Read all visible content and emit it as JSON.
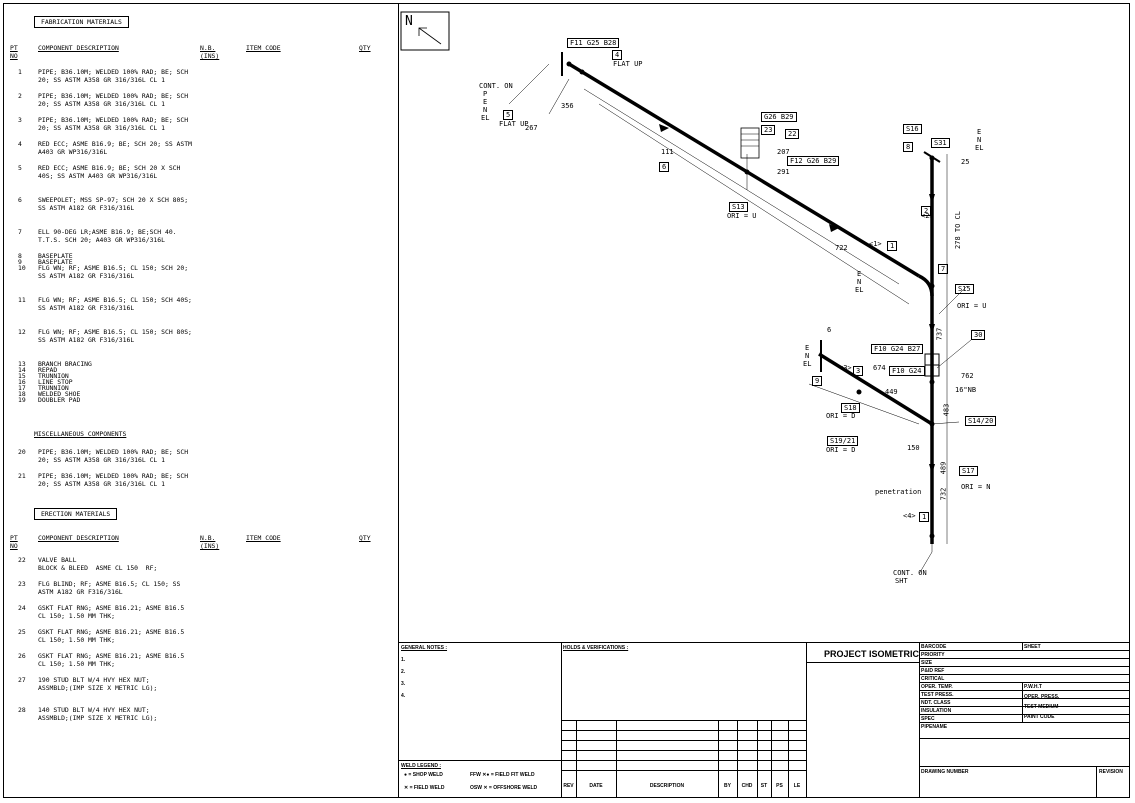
{
  "fabrication": {
    "title": "FABRICATION MATERIALS",
    "headers": {
      "pt": "PT\nNO",
      "desc": "COMPONENT DESCRIPTION",
      "nb": "N.B.\n(INS)",
      "item": "ITEM CODE",
      "qty": "QTY"
    },
    "items": [
      {
        "pt": "1",
        "desc": "PIPE; B36.10M; WELDED 100% RAD; BE; SCH\n20; SS ASTM A358 GR 316/316L CL 1"
      },
      {
        "pt": "2",
        "desc": "PIPE; B36.10M; WELDED 100% RAD; BE; SCH\n20; SS ASTM A358 GR 316/316L CL 1"
      },
      {
        "pt": "3",
        "desc": "PIPE; B36.10M; WELDED 100% RAD; BE; SCH\n20; SS ASTM A358 GR 316/316L CL 1"
      },
      {
        "pt": "4",
        "desc": "RED ECC; ASME B16.9; BE; SCH 20; SS ASTM\nA403 GR WP316/316L"
      },
      {
        "pt": "5",
        "desc": "RED ECC; ASME B16.9; BE; SCH 20 X SCH\n40S; SS ASTM A403 GR WP316/316L"
      },
      {
        "pt": "6",
        "desc": "SWEEPOLET; MSS SP-97; SCH 20 X SCH 80S;\nSS ASTM A182 GR F316/316L"
      },
      {
        "pt": "7",
        "desc": "ELL 90-DEG LR;ASME B16.9; BE;SCH 40.\nT.T.S. SCH 20; A403 GR WP316/316L"
      },
      {
        "pt": "8",
        "desc": "BASEPLATE"
      },
      {
        "pt": "9",
        "desc": "BASEPLATE"
      },
      {
        "pt": "10",
        "desc": "FLG WN; RF; ASME B16.5; CL 150; SCH 20;\nSS ASTM A182 GR F316/316L"
      },
      {
        "pt": "11",
        "desc": "FLG WN; RF; ASME B16.5; CL 150; SCH 40S;\nSS ASTM A182 GR F316/316L"
      },
      {
        "pt": "12",
        "desc": "FLG WN; RF; ASME B16.5; CL 150; SCH 80S;\nSS ASTM A182 GR F316/316L"
      },
      {
        "pt": "13",
        "desc": "BRANCH BRACING"
      },
      {
        "pt": "14",
        "desc": "REPAD"
      },
      {
        "pt": "15",
        "desc": "TRUNNION"
      },
      {
        "pt": "16",
        "desc": "LINE STOP"
      },
      {
        "pt": "17",
        "desc": "TRUNNION"
      },
      {
        "pt": "18",
        "desc": "WELDED SHOE"
      },
      {
        "pt": "19",
        "desc": "DOUBLER PAD"
      }
    ]
  },
  "misc": {
    "title": "MISCELLANEOUS COMPONENTS",
    "items": [
      {
        "pt": "20",
        "desc": "PIPE; B36.10M; WELDED 100% RAD; BE; SCH\n20; SS ASTM A358 GR 316/316L CL 1"
      },
      {
        "pt": "21",
        "desc": "PIPE; B36.10M; WELDED 100% RAD; BE; SCH\n20; SS ASTM A358 GR 316/316L CL 1"
      }
    ]
  },
  "erection": {
    "title": "ERECTION MATERIALS",
    "headers": {
      "pt": "PT\nNO",
      "desc": "COMPONENT DESCRIPTION",
      "nb": "N.B.\n(INS)",
      "item": "ITEM CODE",
      "qty": "QTY"
    },
    "items": [
      {
        "pt": "22",
        "desc": "VALVE BALL\nBLOCK & BLEED  ASME CL 150  RF;"
      },
      {
        "pt": "23",
        "desc": "FLG BLIND; RF; ASME B16.5; CL 150; SS\nASTM A182 GR F316/316L"
      },
      {
        "pt": "24",
        "desc": "GSKT FLAT RNG; ASME B16.21; ASME B16.5\nCL 150; 1.50 MM THK;"
      },
      {
        "pt": "25",
        "desc": "GSKT FLAT RNG; ASME B16.21; ASME B16.5\nCL 150; 1.50 MM THK;"
      },
      {
        "pt": "26",
        "desc": "GSKT FLAT RNG; ASME B16.21; ASME B16.5\nCL 150; 1.50 MM THK;"
      },
      {
        "pt": "27",
        "desc": "190 STUD BLT W/4 HVY HEX NUT;\nASSMBLD;(IMP SIZE X METRIC LG);"
      },
      {
        "pt": "28",
        "desc": "140 STUD BLT W/4 HVY HEX NUT;\nASSMBLD;(IMP SIZE X METRIC LG);"
      }
    ]
  },
  "drawing": {
    "north": "N",
    "labels": {
      "f11": "F11 G25 B28",
      "n4": "4",
      "flatup1": "FLAT UP",
      "conton": "CONT. ON",
      "p": "P",
      "e": "E",
      "n": "N",
      "el": "EL",
      "n5": "5",
      "flatup2": "FLAT UP",
      "d267": "267",
      "d356": "356",
      "d111": "111",
      "n6": "6",
      "g26": "G26 B29",
      "n23": "23",
      "n22": "22",
      "d207": "207",
      "f12": "F12 G26 B29",
      "d291": "291",
      "s13": "S13",
      "oriu": "ORI = U",
      "d722": "722",
      "c1": "<1>",
      "n1": "1",
      "s16": "S16",
      "s31": "S31",
      "n8": "8",
      "e2": "E",
      "n2": "N",
      "el2": "EL",
      "d25": "25",
      "c2": "<2>",
      "n2b": "2",
      "d278": "278 TO CL",
      "n7": "7",
      "e3": "E",
      "n3": "N",
      "el3": "EL",
      "s15": "S15",
      "oriu2": "ORI = U",
      "d737": "737",
      "n30": "30",
      "n6b": "6",
      "e4": "E",
      "n4b": "N",
      "el4": "EL",
      "f10a": "F10 G24 B27",
      "f10b": "F10 G24",
      "d762": "762",
      "nb16": "16\"NB",
      "n9": "9",
      "c3": "<3>",
      "n3b": "3",
      "d674": "674",
      "d449": "449",
      "s18": "S18",
      "orid": "ORI = D",
      "d483": "483",
      "s14": "S14/20",
      "s19": "S19/21",
      "orid2": "ORI = D",
      "d150": "150",
      "d489": "489",
      "s17": "S17",
      "orin": "ORI = N",
      "d732": "732",
      "penetration": "penetration",
      "c4": "<4>",
      "n1b": "1",
      "conton2": "CONT. ON",
      "sht": "SHT"
    }
  },
  "titleblock": {
    "general_notes": "GENERAL NOTES :",
    "notes": [
      "1.",
      "2.",
      "3.",
      "4."
    ],
    "holds": "HOLDS & VERIFICATIONS :",
    "project": "PROJECT ISOMETRIC",
    "weld_legend": "WELD LEGEND :",
    "shop_weld": "= SHOP WELD",
    "field_weld": "= FIELD WELD",
    "ffw": "FFW",
    "field_fit_weld": "= FIELD FIT WELD",
    "osw": "OSW",
    "offshore_weld": "= OFFSHORE WELD",
    "rev_cols": [
      "REV",
      "DATE",
      "DESCRIPTION",
      "BY",
      "CHD",
      "ST",
      "PS",
      "LE"
    ],
    "right_rows": [
      "BARCODE",
      "PRIORITY",
      "SIZE",
      "P&ID REF",
      "CRITICAL",
      "OPER. TEMP.",
      "TEST PRESS.",
      "NDT. CLASS",
      "INSULATION",
      "SPEC",
      "PIPENAME"
    ],
    "right_col2": {
      "sheet": "SHEET",
      "pwht": "P.W.H.T",
      "oper_press": "OPER. PRESS.",
      "test_medium": "TEST MEDIUM",
      "paint": "PAINT CODE"
    },
    "drawing_number": "DRAWING NUMBER",
    "revision": "REVISION"
  }
}
